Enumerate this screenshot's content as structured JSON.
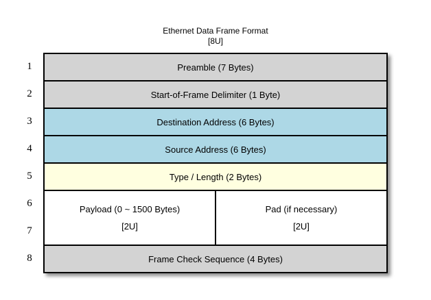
{
  "title": "Ethernet Data Frame Format",
  "subtitle": "[8U]",
  "units": [
    "1",
    "2",
    "3",
    "4",
    "5",
    "6",
    "7",
    "8"
  ],
  "rows": [
    {
      "label": "Preamble (7 Bytes)",
      "units": 1,
      "color": "#d3d3d3"
    },
    {
      "label": "Start-of-Frame Delimiter (1 Byte)",
      "units": 1,
      "color": "#d3d3d3"
    },
    {
      "label": "Destination Address (6 Bytes)",
      "units": 1,
      "color": "#add8e6"
    },
    {
      "label": "Source Address (6 Bytes)",
      "units": 1,
      "color": "#add8e6"
    },
    {
      "label": "Type / Length (2 Bytes)",
      "units": 1,
      "color": "#ffffe0"
    },
    {
      "units": 2,
      "color": "#ffffff",
      "cells": [
        {
          "label": "Payload (0 ~ 1500 Bytes)",
          "sublabel": "[2U]"
        },
        {
          "label": "Pad (if necessary)",
          "sublabel": "[2U]"
        }
      ]
    },
    {
      "label": "Frame Check Sequence (4 Bytes)",
      "units": 1,
      "color": "#d3d3d3"
    }
  ],
  "colors": {
    "gray": "#d3d3d3",
    "blue": "#add8e6",
    "yellow": "#ffffe0",
    "white": "#ffffff",
    "border": "#000000",
    "background": "#ffffff"
  }
}
